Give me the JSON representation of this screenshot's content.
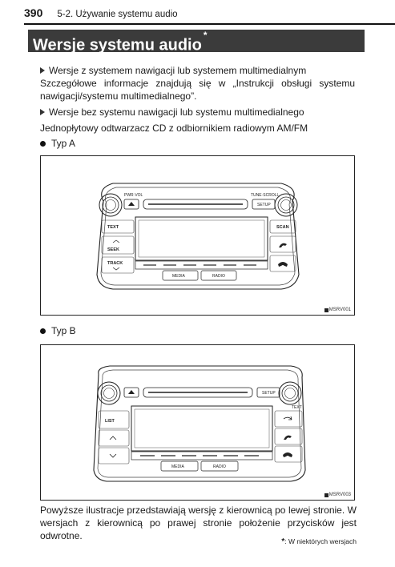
{
  "header": {
    "page_number": "390",
    "section": "5-2. Używanie systemu audio"
  },
  "banner": {
    "title": "Wersje systemu audio",
    "mark": "*"
  },
  "body": {
    "bullet1": "Wersje z systemem nawigacji lub systemem multimedialnym",
    "para1": "Szczegółowe informacje znajdują się w „Instrukcji obsługi systemu nawigacji/systemu multimedialnego”.",
    "bullet2": "Wersje bez systemu nawigacji lub systemu multimedialnego",
    "para2": "Jednopłytowy odtwarzacz CD z odbiornikiem radiowym AM/FM",
    "typeA": "Typ A",
    "typeB": "Typ B",
    "closing": "Powyższe ilustracje przedstawiają wersję z kierownicą po lewej stronie. W wersjach z kierownicą po prawej stronie położenie przycisków jest odwrotne."
  },
  "figureA": {
    "code": "MSRV001",
    "labels": {
      "pwr_vol": "PWR·VOL",
      "tune_scroll": "TUNE·SCROLL",
      "setup": "SETUP",
      "text": "TEXT",
      "seek": "SEEK",
      "track": "TRACK",
      "scan": "SCAN",
      "media": "MEDIA",
      "radio": "RADIO"
    }
  },
  "figureB": {
    "code": "MSRV003",
    "labels": {
      "setup": "SETUP",
      "list": "LIST",
      "text": "TEXT",
      "media": "MEDIA",
      "radio": "RADIO"
    }
  },
  "footnote": {
    "mark": "*",
    "text": ": W niektórych wersjach"
  }
}
